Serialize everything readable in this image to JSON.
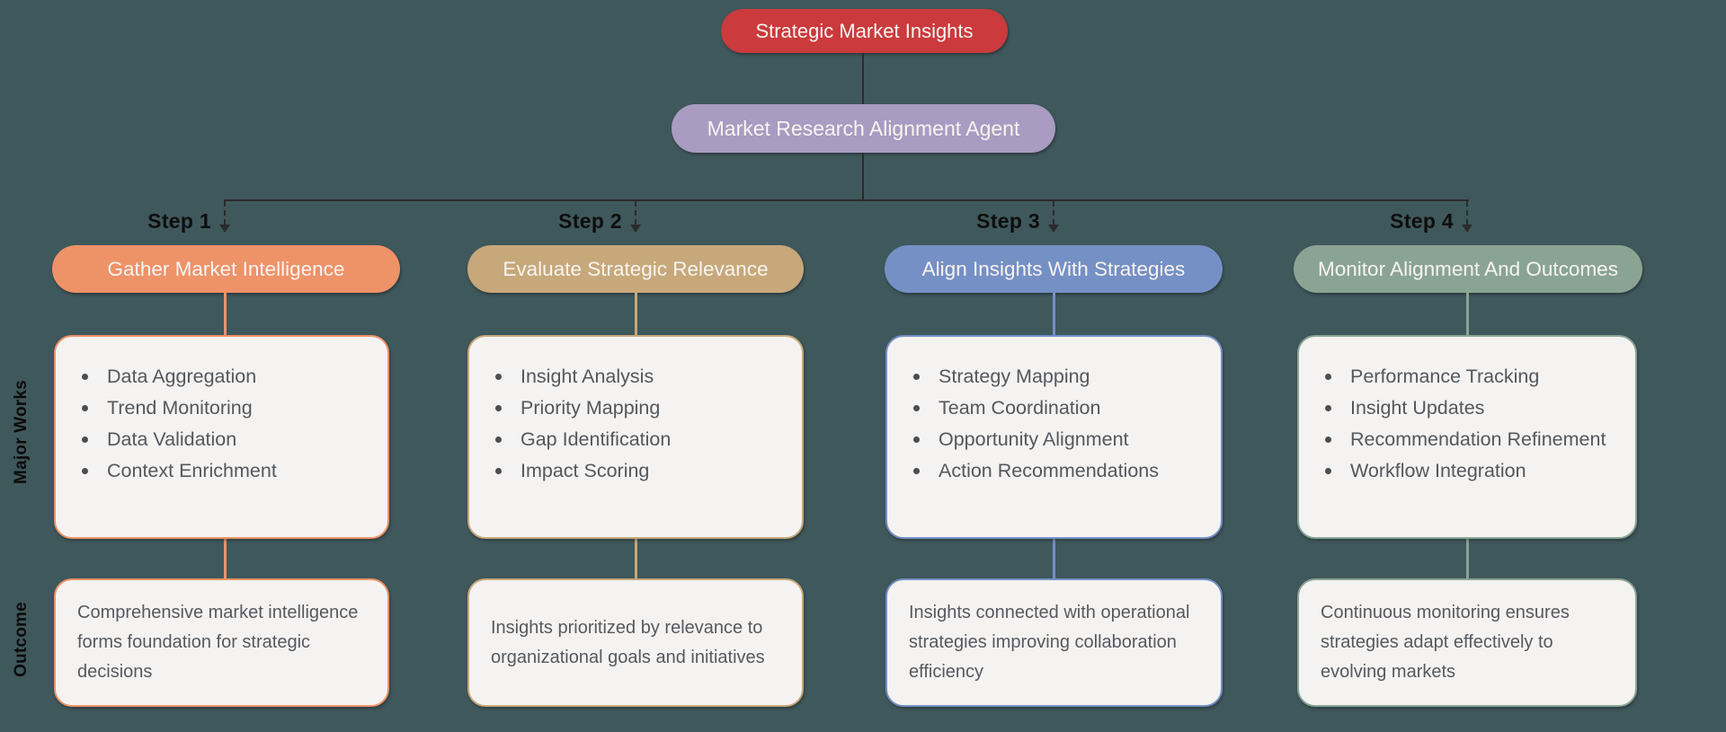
{
  "diagram": {
    "root": {
      "label": "Strategic Market Insights",
      "color": "#cb3a3c"
    },
    "agent": {
      "label": "Market Research Alignment Agent",
      "color": "#a99bc1"
    },
    "row_labels": {
      "major_works": "Major Works",
      "outcome": "Outcome"
    },
    "steps": [
      {
        "step_label": "Step 1",
        "title": "Gather Market Intelligence",
        "color": "#ee9268",
        "works": [
          "Data Aggregation",
          "Trend Monitoring",
          "Data Validation",
          "Context Enrichment"
        ],
        "outcome": "Comprehensive market intelligence forms foundation for strategic decisions"
      },
      {
        "step_label": "Step 2",
        "title": "Evaluate Strategic Relevance",
        "color": "#c7a87b",
        "works": [
          "Insight Analysis",
          "Priority Mapping",
          "Gap Identification",
          "Impact Scoring"
        ],
        "outcome": "Insights prioritized by relevance to organizational goals and initiatives"
      },
      {
        "step_label": "Step 3",
        "title": "Align Insights With Strategies",
        "color": "#7590c5",
        "works": [
          "Strategy Mapping",
          "Team Coordination",
          "Opportunity Alignment",
          "Action Recommendations"
        ],
        "outcome": "Insights connected with operational strategies improving collaboration efficiency"
      },
      {
        "step_label": "Step 4",
        "title": "Monitor Alignment And Outcomes",
        "color": "#8aa493",
        "works": [
          "Performance Tracking",
          "Insight Updates",
          "Recommendation Refinement",
          "Workflow Integration"
        ],
        "outcome": "Continuous monitoring ensures strategies adapt effectively to evolving markets"
      }
    ],
    "colors": {
      "background": "#3f585c",
      "card_bg": "#f4f3f1",
      "line": "#2b2b2b",
      "text": "#54575c"
    }
  }
}
